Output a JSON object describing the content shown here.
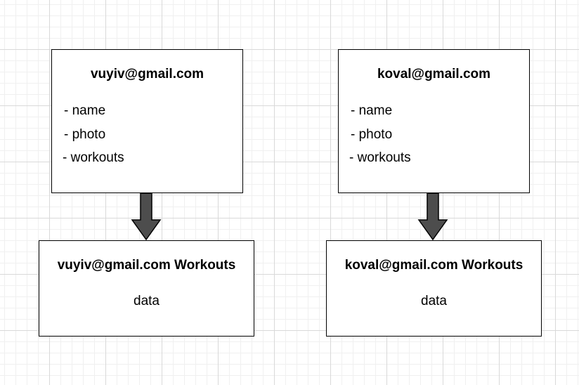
{
  "diagram": {
    "user_boxes": [
      {
        "title": "vuyiv@gmail.com",
        "fields": [
          "- name",
          "- photo",
          "- workouts"
        ]
      },
      {
        "title": "koval@gmail.com",
        "fields": [
          "- name",
          "- photo",
          "- workouts"
        ]
      }
    ],
    "workout_boxes": [
      {
        "title": "vuyiv@gmail.com Workouts",
        "content": "data"
      },
      {
        "title": "koval@gmail.com Workouts",
        "content": "data"
      }
    ],
    "arrow_color": "#4d4d4d"
  }
}
